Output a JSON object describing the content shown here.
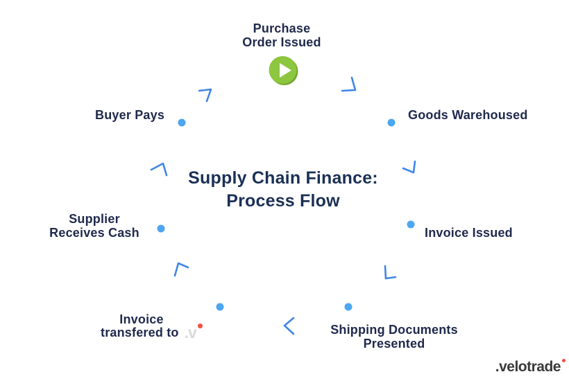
{
  "title": {
    "line1": "Supply Chain Finance:",
    "line2": "Process Flow"
  },
  "steps": {
    "purchase_order": {
      "line1": "Purchase",
      "line2": "Order Issued"
    },
    "goods_warehoused": {
      "label": "Goods Warehoused"
    },
    "invoice_issued": {
      "label": "Invoice Issued"
    },
    "shipping_documents": {
      "line1": "Shipping Documents",
      "line2": "Presented"
    },
    "invoice_transfered": {
      "line1": "Invoice",
      "line2": "transfered to"
    },
    "supplier_receives_cash": {
      "line1": "Supplier",
      "line2": "Receives Cash"
    },
    "buyer_pays": {
      "label": "Buyer Pays"
    }
  },
  "brand": {
    "inline_mark": ".v",
    "footer_logo": ".velotrade"
  },
  "icons": {
    "play": "play-icon",
    "step_dot": "dot-icon",
    "flow_arrow": "chevron-arrow-icon",
    "brand_dot": "red-dot-icon"
  },
  "colors": {
    "navy_title": "#1b3056",
    "navy_label": "#20294d",
    "dot_blue": "#4da6f0",
    "arrow_blue": "#3f86e6",
    "play_green": "#8dc63f",
    "play_green_dark": "#74a62f",
    "brand_red": "#f4503f",
    "inline_mark_gray": "#d9d9d9",
    "footer_charcoal": "#3a3a3a"
  }
}
